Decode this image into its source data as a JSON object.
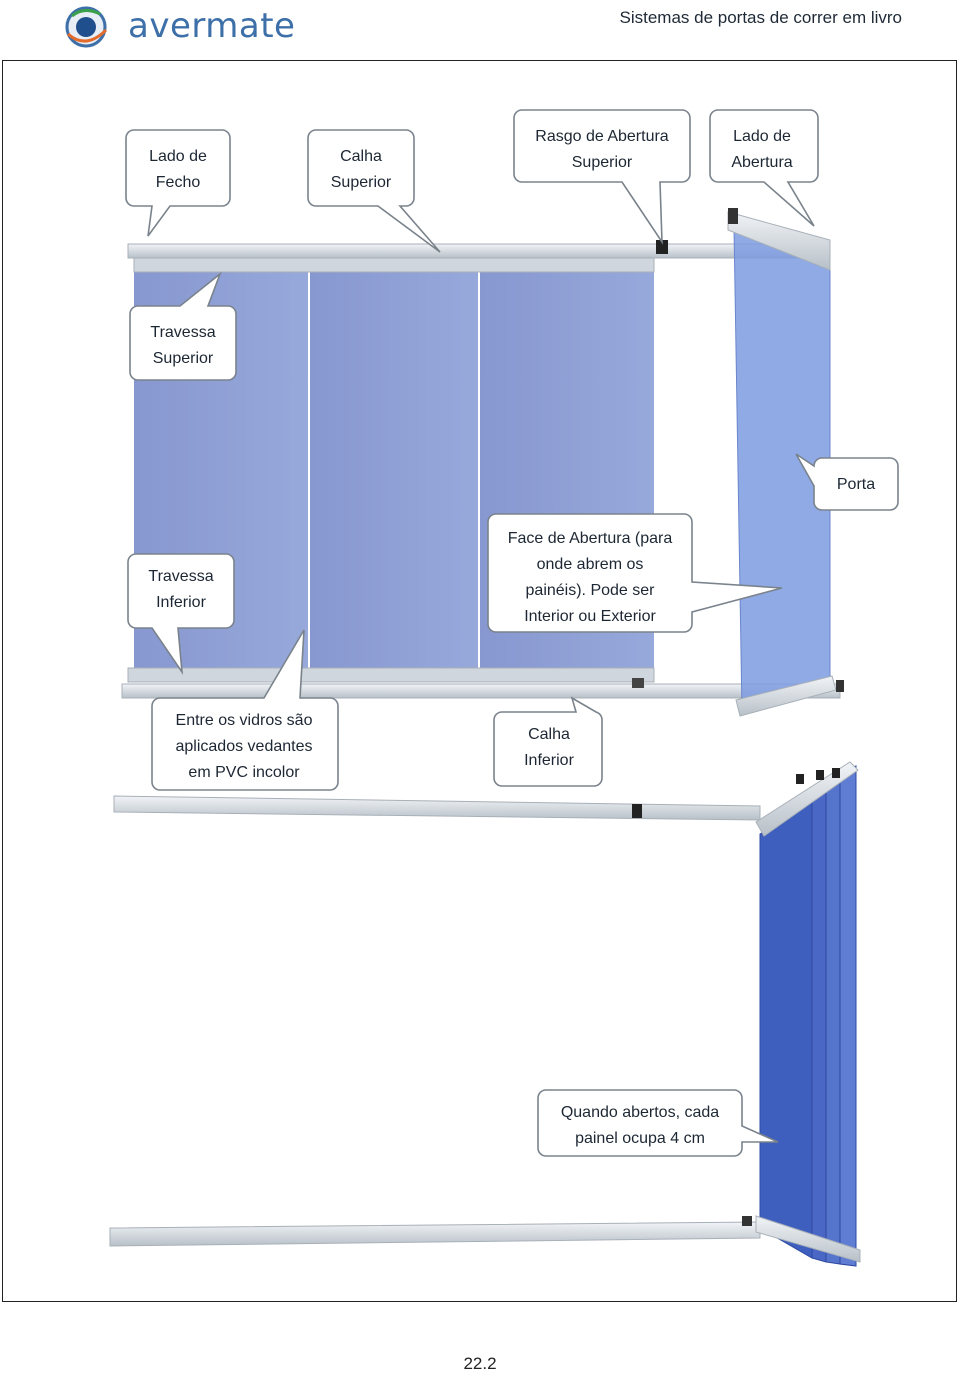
{
  "header": {
    "logo_text": "avermate",
    "title": "Sistemas de portas de correr em livro"
  },
  "callouts": {
    "lado_fecho": [
      "Lado de",
      "Fecho"
    ],
    "calha_superior": [
      "Calha",
      "Superior"
    ],
    "rasgo_abertura": [
      "Rasgo de Abertura",
      "Superior"
    ],
    "lado_abertura": [
      "Lado de",
      "Abertura"
    ],
    "travessa_superior": [
      "Travessa",
      "Superior"
    ],
    "porta": [
      "Porta"
    ],
    "face_abertura": [
      "Face de Abertura (para",
      "onde abrem os",
      "painéis). Pode ser",
      "Interior ou Exterior"
    ],
    "travessa_inferior": [
      "Travessa",
      "Inferior"
    ],
    "vedantes": [
      "Entre os vidros são",
      "aplicados vedantes",
      "em PVC incolor"
    ],
    "calha_inferior": [
      "Calha",
      "Inferior"
    ],
    "quando_abertos": [
      "Quando abertos, cada",
      "painel ocupa 4 cm"
    ]
  },
  "footer": {
    "page_number": "22.2"
  },
  "colors": {
    "glass": "#8ea3d6",
    "glass_dark": "#3f5fbf",
    "rail": "#d8dde2",
    "logo": "#3d6fa8"
  }
}
